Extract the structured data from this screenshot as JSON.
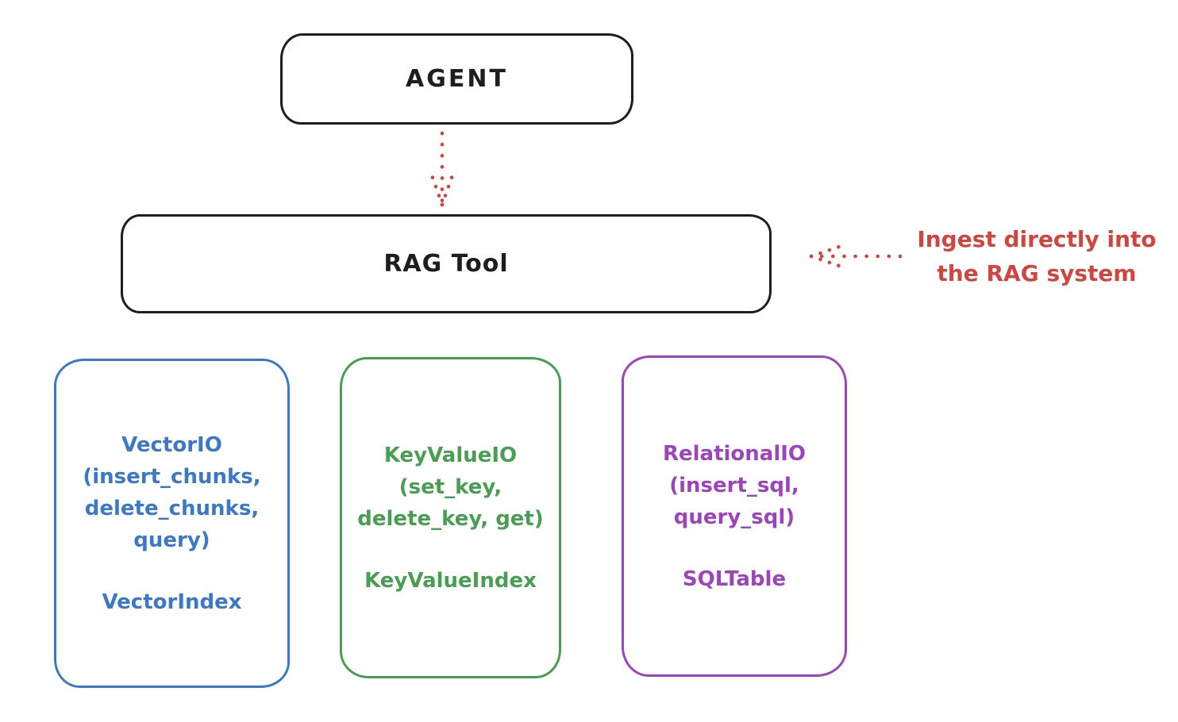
{
  "palette": {
    "ink": "#1e1e1e",
    "red": "#d0453f",
    "blue": "#3c78c8",
    "green": "#4a9e54",
    "purple": "#9c44bc",
    "background": "#ffffff"
  },
  "nodes": {
    "agent": {
      "label": "AGENT"
    },
    "rag_tool": {
      "label": "RAG Tool"
    },
    "vector_io": {
      "color": "#3c78c8",
      "lines": [
        "VectorIO",
        "(insert_chunks,",
        "delete_chunks,",
        "query)"
      ],
      "index": "VectorIndex"
    },
    "key_value_io": {
      "color": "#4a9e54",
      "lines": [
        "KeyValueIO",
        "(set_key,",
        "delete_key, get)"
      ],
      "index": "KeyValueIndex"
    },
    "relational_io": {
      "color": "#9c44bc",
      "lines": [
        "RelationalIO",
        "(insert_sql,",
        "query_sql)"
      ],
      "index": "SQLTable"
    }
  },
  "annotation": {
    "color": "#d0453f",
    "lines": [
      "Ingest directly into",
      "the RAG system"
    ]
  },
  "arrows": {
    "agent_to_rag_tool": {
      "style": "dotted",
      "direction": "down",
      "color": "#d0453f"
    },
    "annotation_to_rag_tool": {
      "style": "dotted",
      "direction": "left",
      "color": "#d0453f"
    }
  }
}
